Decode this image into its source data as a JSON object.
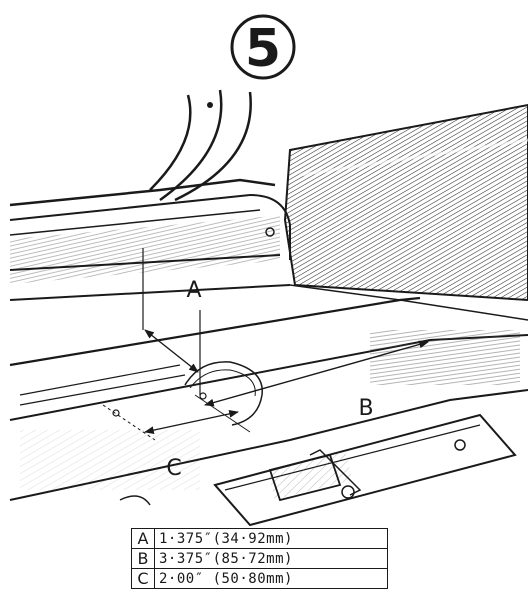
{
  "figure": {
    "number": "5",
    "labels": {
      "a": "A",
      "b": "B",
      "c": "C"
    }
  },
  "dimensions": [
    {
      "key": "A",
      "value": "1·375″(34·92mm)"
    },
    {
      "key": "B",
      "value": "3·375″(85·72mm)"
    },
    {
      "key": "C",
      "value": "2·00″ (50·80mm)"
    }
  ]
}
